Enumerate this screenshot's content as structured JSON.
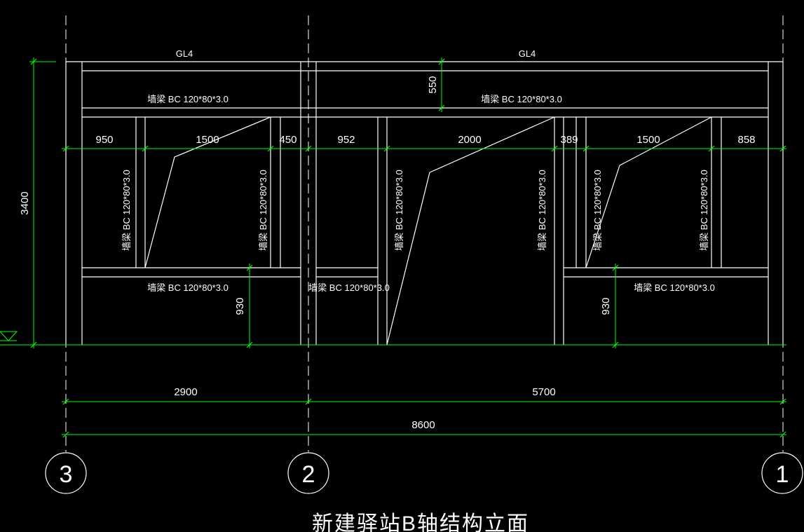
{
  "beams": {
    "top_left": "GL4",
    "top_right": "GL4"
  },
  "member_label": "墙梁 BC 120*80*3.0",
  "dimensions": {
    "height_total": "3400",
    "top_band": "550",
    "sill_left": "930",
    "sill_right": "930",
    "seg_1": "950",
    "seg_2": "1500",
    "seg_3": "450",
    "seg_4": "952",
    "seg_5": "2000",
    "seg_6": "389",
    "seg_7": "1500",
    "seg_8": "858",
    "span_left": "2900",
    "span_right": "5700",
    "span_total": "8600"
  },
  "axes": {
    "a3": "3",
    "a2": "2",
    "a1": "1"
  },
  "title": "新建驿站B轴结构立面",
  "colors": {
    "background": "#000000",
    "line": "#ffffff",
    "dimension": "#00ff00"
  }
}
